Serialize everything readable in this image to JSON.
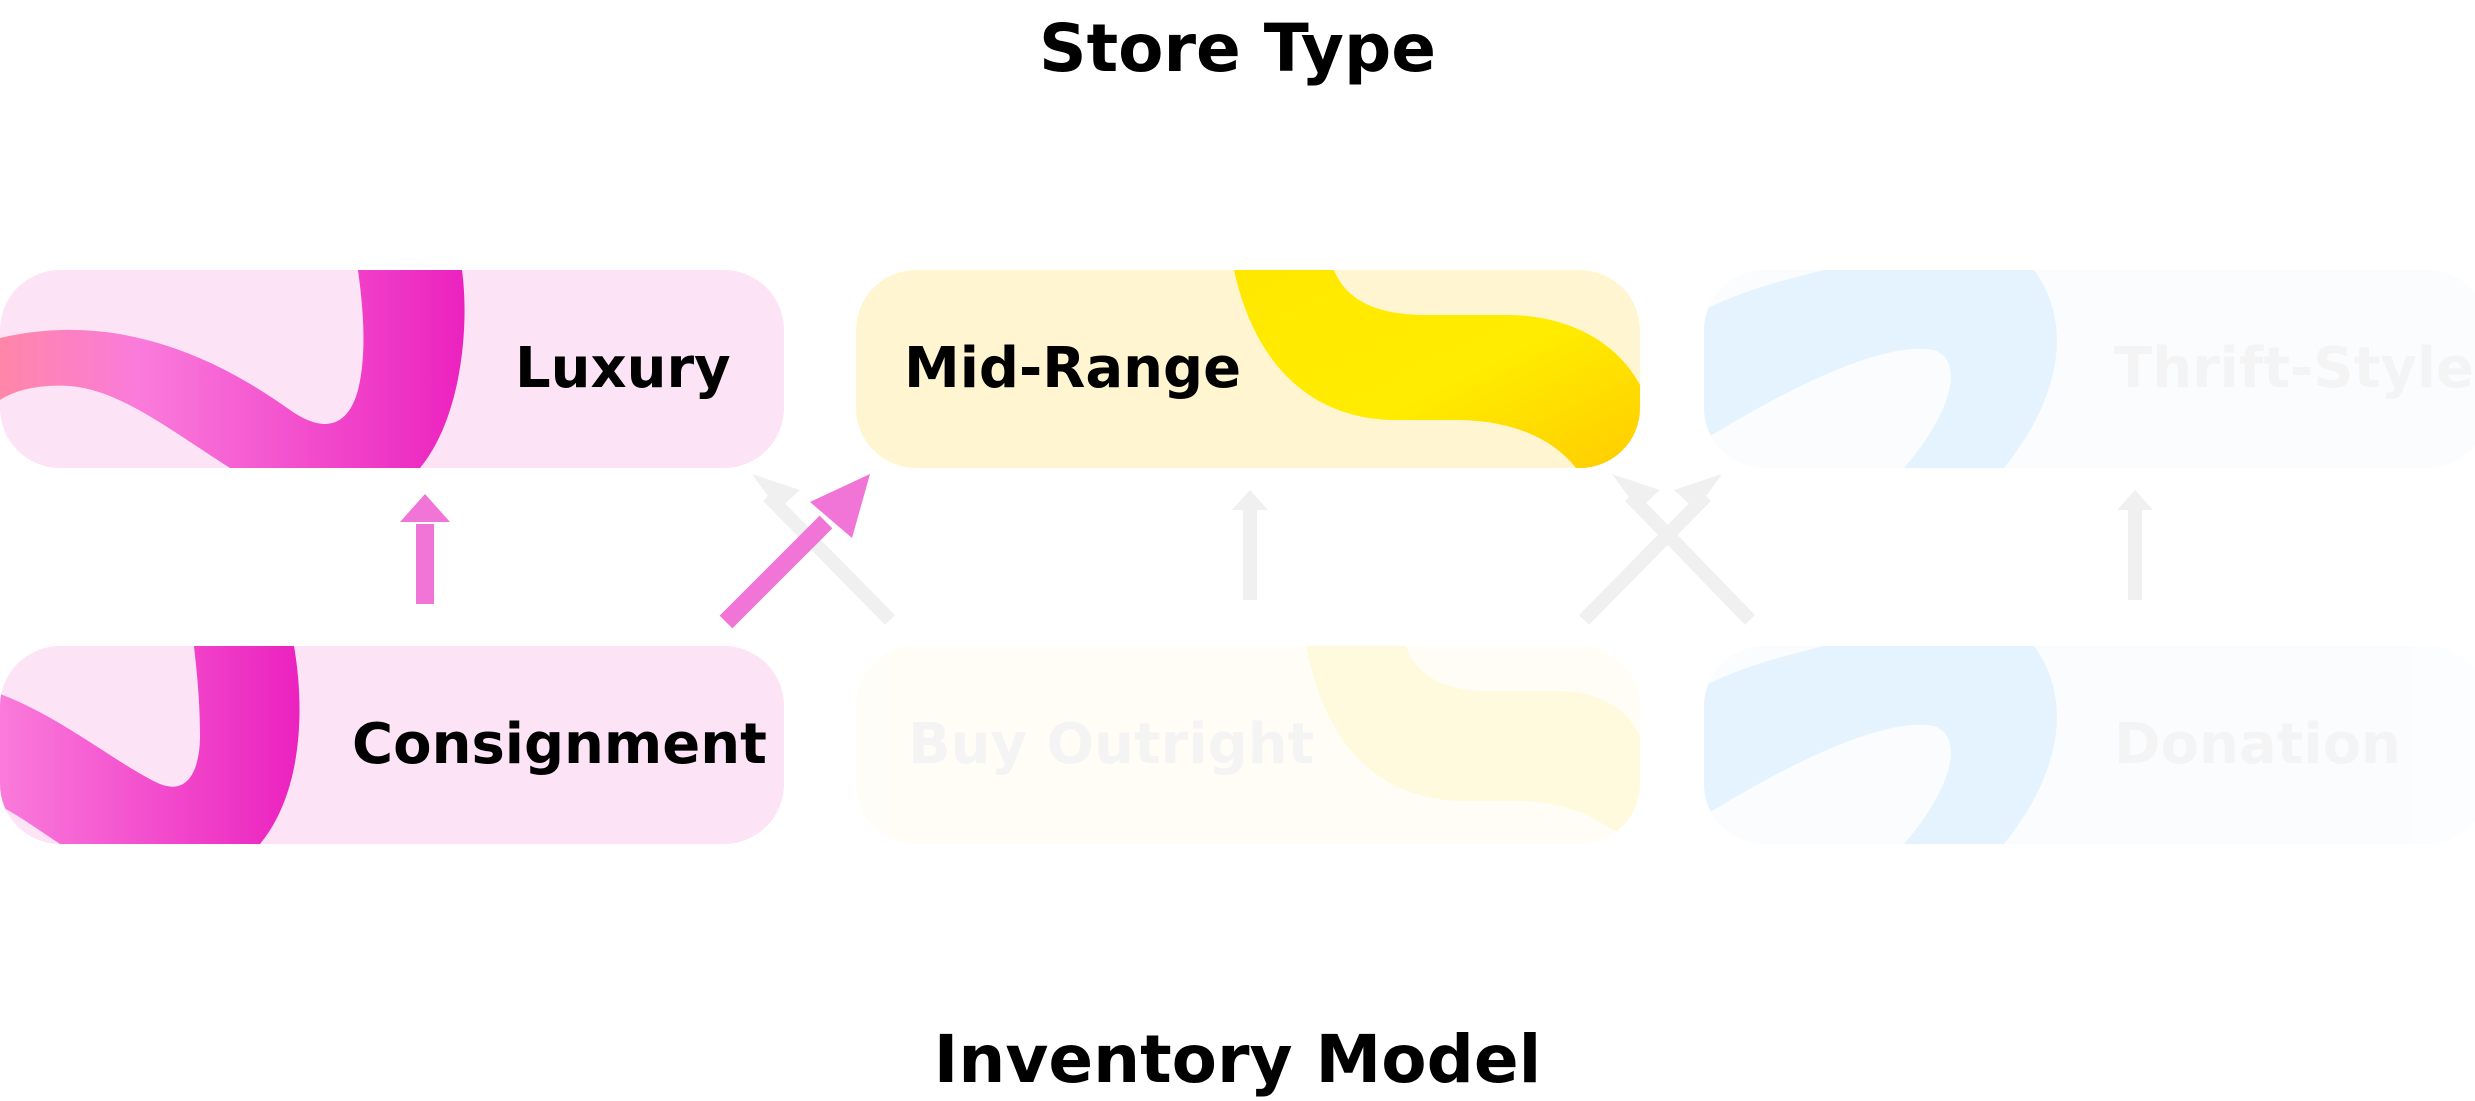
{
  "diagram": {
    "top_title": "Store Type",
    "bottom_title": "Inventory Model",
    "store_types": [
      {
        "label": "Luxury",
        "color": "#EE2DC1",
        "background": "#FCE4F6",
        "highlighted": true
      },
      {
        "label": "Mid-Range",
        "color": "#FFD500",
        "background": "#FFF6D1",
        "highlighted": true
      },
      {
        "label": "Thrift-Style",
        "color": "#4FB6F5",
        "background": "#E8F4FD",
        "highlighted": false
      }
    ],
    "inventory_models": [
      {
        "label": "Consignment",
        "color": "#EE2DC1",
        "background": "#FCE4F6",
        "highlighted": true
      },
      {
        "label": "Buy Outright",
        "color": "#FFD500",
        "background": "#FFF6D1",
        "highlighted": false
      },
      {
        "label": "Donation",
        "color": "#4FB6F5",
        "background": "#E8F4FD",
        "highlighted": false
      }
    ],
    "connections": [
      {
        "from": "Consignment",
        "to": "Luxury",
        "highlighted": true
      },
      {
        "from": "Consignment",
        "to": "Mid-Range",
        "highlighted": true
      },
      {
        "from": "Buy Outright",
        "to": "Luxury",
        "highlighted": false
      },
      {
        "from": "Buy Outright",
        "to": "Mid-Range",
        "highlighted": false
      },
      {
        "from": "Buy Outright",
        "to": "Thrift-Style",
        "highlighted": false
      },
      {
        "from": "Donation",
        "to": "Mid-Range",
        "highlighted": false
      },
      {
        "from": "Donation",
        "to": "Thrift-Style",
        "highlighted": false
      }
    ],
    "arrow_highlight_color": "#F075D6",
    "arrow_muted_color": "#D9D9D9"
  }
}
